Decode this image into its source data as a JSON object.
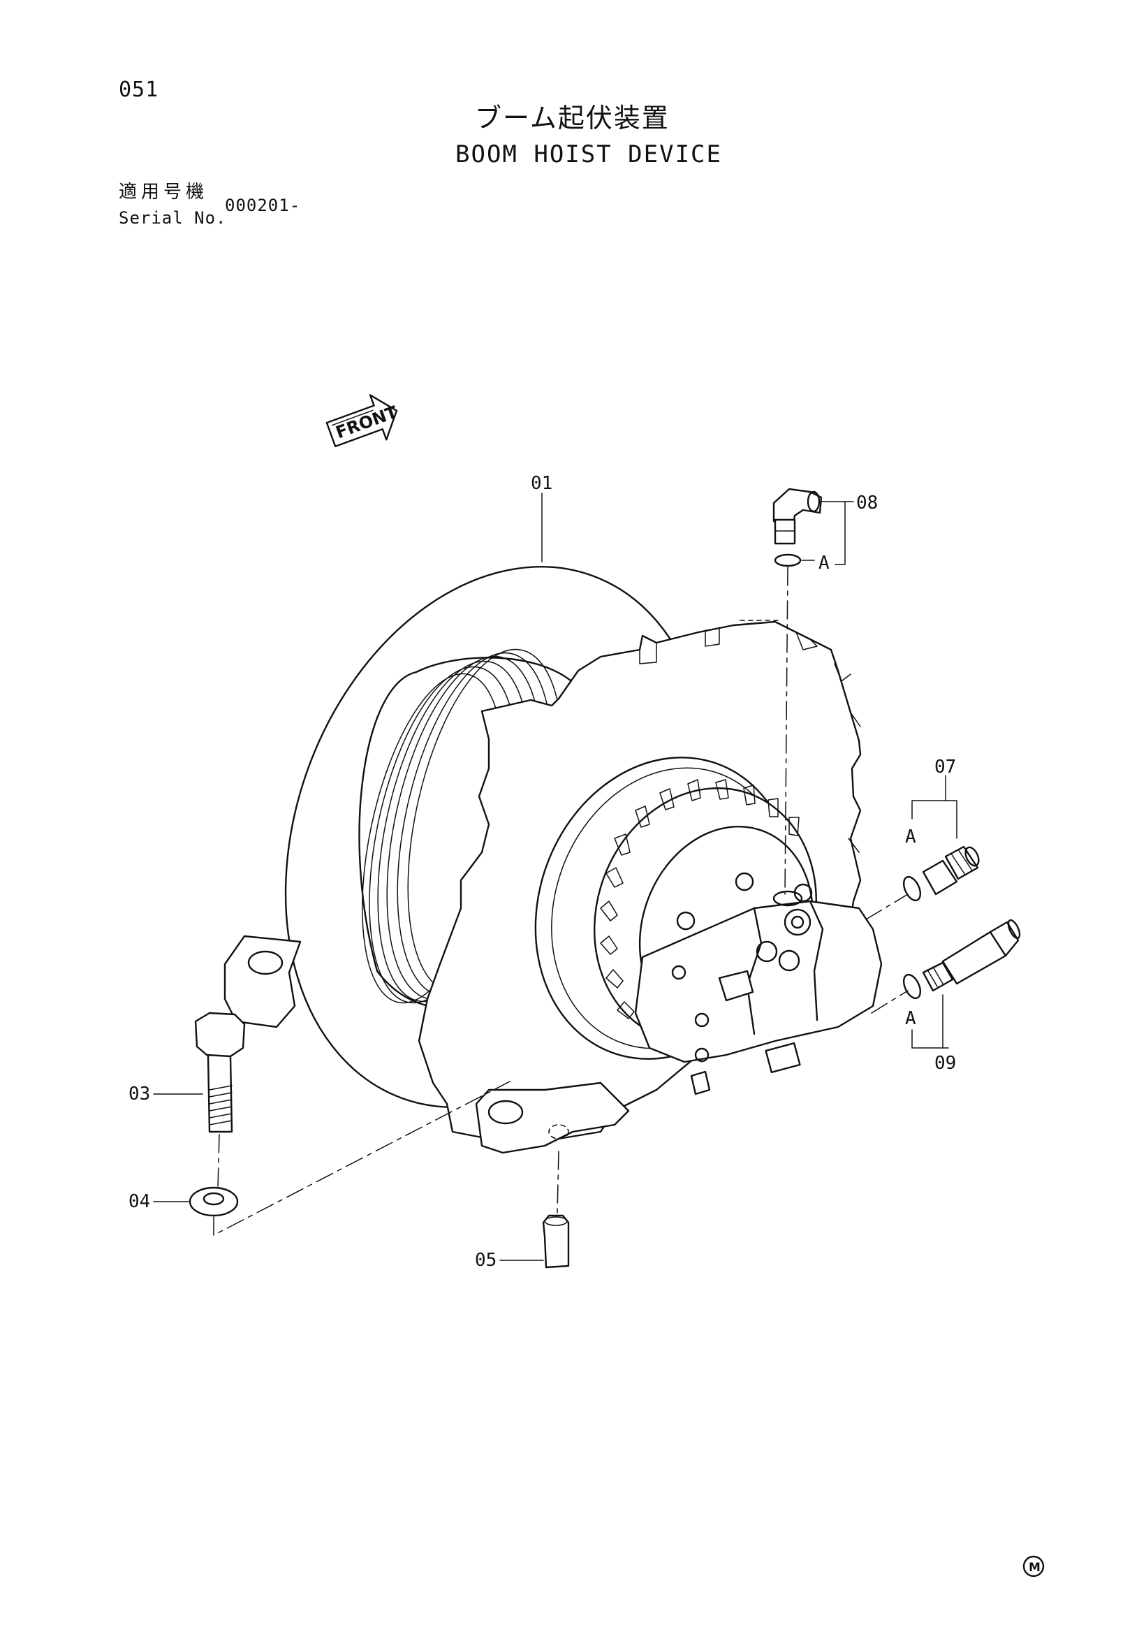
{
  "header": {
    "page_number": "051",
    "title_jp": "ブーム起伏装置",
    "title_en": "BOOM HOIST DEVICE",
    "serial_label_jp": "適用号機",
    "serial_label_en": "Serial No.",
    "serial_value": "000201-"
  },
  "drawing": {
    "front_arrow_label": "FRONT",
    "callouts": {
      "p01": "01",
      "p03": "03",
      "p04": "04",
      "p05": "05",
      "p07": "07",
      "p08": "08",
      "p09": "09",
      "a_upper": "A",
      "a_right_top": "A",
      "a_right_bottom": "A"
    }
  },
  "footer": {
    "mark": "M"
  }
}
